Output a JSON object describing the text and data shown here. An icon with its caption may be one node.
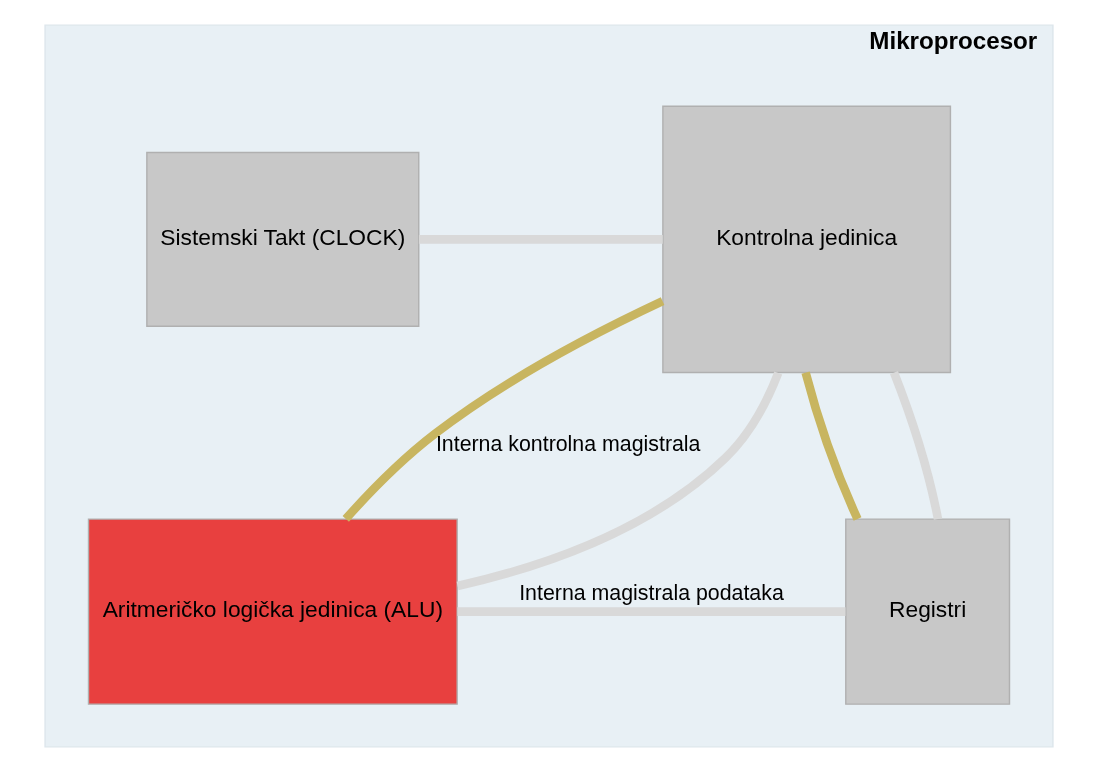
{
  "diagram": {
    "nodes": [
      {
        "text": [
          "Mikroprocesor"
        ]
      },
      {
        "text": [
          "Sistemski Takt (CLOCK)"
        ],
        "in": 0
      },
      {
        "text": [
          "Kontrolna jedinica"
        ],
        "in": 0
      },
      {
        "text": [
          "Aritmeričko logička jedinica (ALU)"
        ],
        "in": 0
      },
      {
        "text": [
          "Registri"
        ],
        "in": 0
      }
    ],
    "edges": [
      {
        "from": 1,
        "to": 2,
        "arrow": "none"
      },
      {
        "from": 2,
        "to": 3,
        "arrow": "none",
        "color": "#c8b560",
        "label": "Interna kontrolna magistrala"
      },
      {
        "from": 2,
        "to": 4,
        "arrow": "none",
        "color": "#c8b560"
      },
      {
        "from": 2,
        "to": 3,
        "arrow": "none"
      },
      {
        "from": 2,
        "to": 4,
        "arrow": "none"
      },
      {
        "from": 3,
        "to": 4,
        "arrow": "none",
        "label": "Interna magistrala podataka"
      }
    ]
  }
}
